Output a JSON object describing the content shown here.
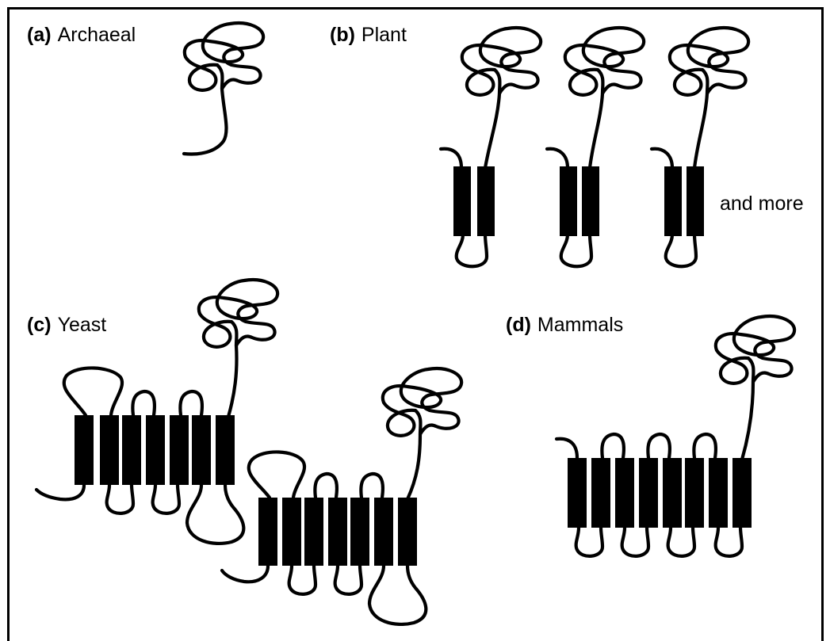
{
  "panels": {
    "a": {
      "tag": "(a)",
      "name": "Archaeal"
    },
    "b": {
      "tag": "(b)",
      "name": "Plant",
      "note": "and more"
    },
    "c": {
      "tag": "(c)",
      "name": "Yeast"
    },
    "d": {
      "tag": "(d)",
      "name": "Mammals"
    }
  },
  "colors": {
    "ink": "#000000",
    "background": "#ffffff"
  }
}
